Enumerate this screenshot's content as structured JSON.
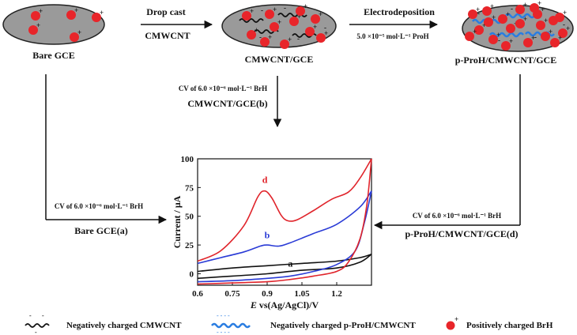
{
  "electrodes": {
    "bare_label": "Bare GCE",
    "cmwcnt_label": "CMWCNT/GCE",
    "proh_label": "p-ProH/CMWCNT/GCE"
  },
  "steps": {
    "drop_cast_top": "Drop cast",
    "drop_cast_bottom": "CMWCNT",
    "electrodeposition": "Electrodeposition",
    "electrodeposition_conc": "5.0 ×10⁻⁵ mol·L⁻¹ ProH"
  },
  "cv_annotations": {
    "center_conc": "CV of 6.0 ×10⁻⁶ mol·L⁻¹ BrH",
    "center_label": "CMWCNT/GCE(b)",
    "left_conc": "CV of 6.0 ×10⁻⁶ mol·L⁻¹ BrH",
    "left_label": "Bare GCE(a)",
    "right_conc": "CV of 6.0 ×10⁻⁶ mol·L⁻¹ BrH",
    "right_label": "p-ProH/CMWCNT/GCE(d)"
  },
  "legend": {
    "black": "Negatively charged CMWCNT",
    "blue": "Negatively charged p-ProH/CMWCNT",
    "red": "Positively charged BrH"
  },
  "colors": {
    "electrode_fill": "#9a9a9a",
    "ion": "#e8252a",
    "cnt_black": "#111111",
    "cnt_blue": "#2a7de1",
    "curve_a": "#111111",
    "curve_b": "#2a3bd6",
    "curve_d": "#e0242b",
    "label_b": "#2a3bd6",
    "label_d": "#e0242b"
  },
  "chart_data": {
    "type": "line",
    "xlabel": "E vs(Ag/AgCl)/V",
    "ylabel": "Current / μA",
    "xlim": [
      0.6,
      1.35
    ],
    "ylim": [
      -10,
      100
    ],
    "x_ticks": [
      "0.6",
      "0.75",
      "0.9",
      "1.05",
      "1.2"
    ],
    "y_ticks": [
      "0",
      "25",
      "50",
      "75",
      "100"
    ],
    "series": [
      {
        "name": "a",
        "forward": [
          [
            0.6,
            2
          ],
          [
            0.75,
            5
          ],
          [
            0.9,
            7
          ],
          [
            1.05,
            9
          ],
          [
            1.2,
            11
          ],
          [
            1.3,
            14
          ],
          [
            1.35,
            17
          ]
        ],
        "reverse": [
          [
            1.35,
            17
          ],
          [
            1.3,
            10
          ],
          [
            1.2,
            5
          ],
          [
            1.05,
            3
          ],
          [
            0.9,
            0
          ],
          [
            0.75,
            -2
          ],
          [
            0.6,
            -4
          ]
        ]
      },
      {
        "name": "b",
        "forward": [
          [
            0.6,
            9
          ],
          [
            0.7,
            14
          ],
          [
            0.8,
            19
          ],
          [
            0.87,
            24
          ],
          [
            0.9,
            25
          ],
          [
            0.95,
            24
          ],
          [
            1.0,
            27
          ],
          [
            1.1,
            35
          ],
          [
            1.2,
            43
          ],
          [
            1.3,
            58
          ],
          [
            1.35,
            72
          ]
        ],
        "reverse": [
          [
            1.35,
            72
          ],
          [
            1.32,
            45
          ],
          [
            1.28,
            20
          ],
          [
            1.2,
            8
          ],
          [
            1.1,
            2
          ],
          [
            1.0,
            -2
          ],
          [
            0.9,
            -4
          ],
          [
            0.75,
            -6
          ],
          [
            0.6,
            -7
          ]
        ]
      },
      {
        "name": "d",
        "forward": [
          [
            0.6,
            11
          ],
          [
            0.7,
            20
          ],
          [
            0.8,
            42
          ],
          [
            0.86,
            67
          ],
          [
            0.89,
            72
          ],
          [
            0.92,
            66
          ],
          [
            0.96,
            51
          ],
          [
            0.99,
            46
          ],
          [
            1.03,
            47
          ],
          [
            1.1,
            55
          ],
          [
            1.18,
            65
          ],
          [
            1.25,
            71
          ],
          [
            1.3,
            83
          ],
          [
            1.35,
            100
          ]
        ],
        "reverse": [
          [
            1.35,
            100
          ],
          [
            1.33,
            60
          ],
          [
            1.3,
            30
          ],
          [
            1.25,
            10
          ],
          [
            1.2,
            2
          ],
          [
            1.1,
            -2
          ],
          [
            1.0,
            -5
          ],
          [
            0.9,
            -7
          ],
          [
            0.75,
            -8
          ],
          [
            0.6,
            -9
          ]
        ]
      }
    ],
    "curve_labels": [
      "a",
      "b",
      "d"
    ]
  }
}
